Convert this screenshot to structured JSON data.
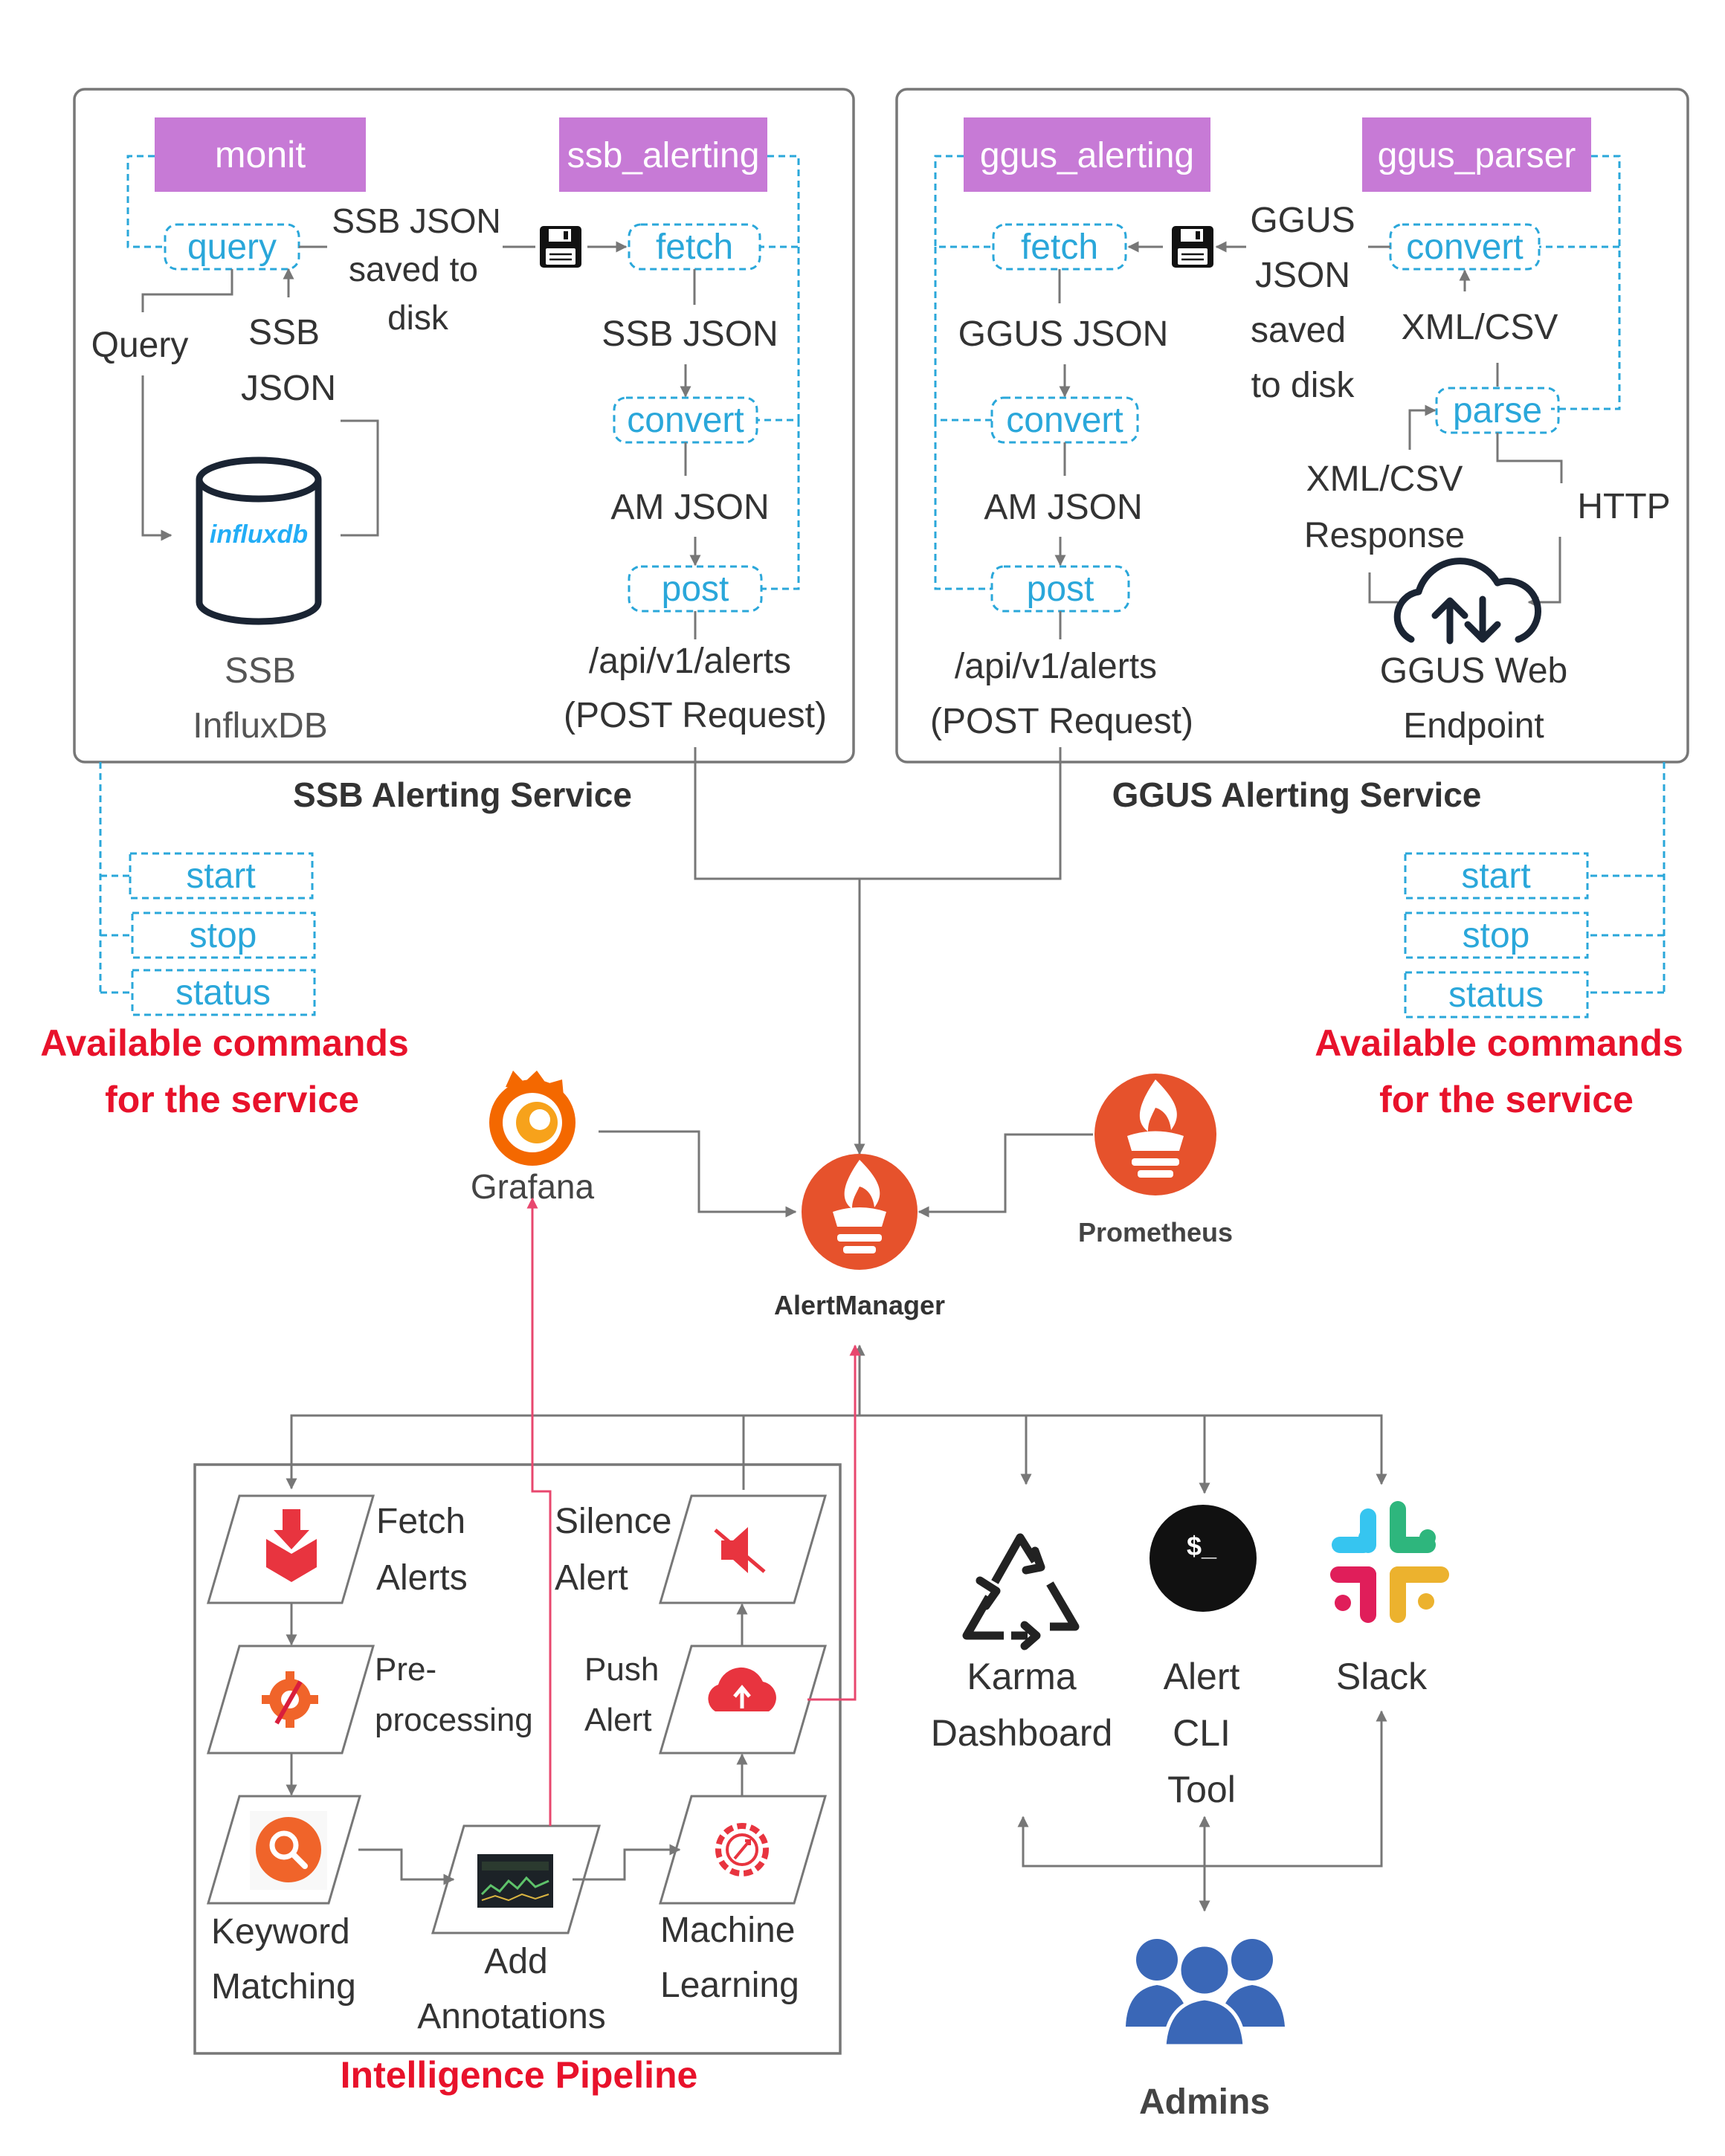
{
  "ssb_service": {
    "title": "SSB Alerting Service",
    "monit": "monit",
    "ssb_alerting": "ssb_alerting",
    "query": "query",
    "fetch": "fetch",
    "convert": "convert",
    "post": "post",
    "ssb_json_saved": [
      "SSB JSON",
      "saved to",
      "disk"
    ],
    "query_label": "Query",
    "ssb_json_left": [
      "SSB",
      "JSON"
    ],
    "ssb_json_right": "SSB JSON",
    "am_json": "AM JSON",
    "api_alerts": [
      "/api/v1/alerts",
      "(POST Request)"
    ],
    "influxdb_logo": "influxdb",
    "influxdb_label": [
      "SSB",
      "InfluxDB"
    ]
  },
  "ggus_service": {
    "title": "GGUS Alerting Service",
    "ggus_alerting": "ggus_alerting",
    "ggus_parser": "ggus_parser",
    "fetch": "fetch",
    "convert_left": "convert",
    "post": "post",
    "convert_right": "convert",
    "parse": "parse",
    "ggus_json_saved": [
      "GGUS",
      "JSON",
      "saved",
      "to disk"
    ],
    "ggus_json": "GGUS JSON",
    "am_json": "AM JSON",
    "api_alerts": [
      "/api/v1/alerts",
      "(POST Request)"
    ],
    "xml_csv": "XML/CSV",
    "xml_csv_response": [
      "XML/CSV",
      "Response"
    ],
    "http": "HTTP",
    "web_endpoint": [
      "GGUS Web",
      "Endpoint"
    ]
  },
  "commands_left": {
    "items": [
      "start",
      "stop",
      "status"
    ],
    "caption": [
      "Available commands",
      "for the service"
    ]
  },
  "commands_right": {
    "items": [
      "start",
      "stop",
      "status"
    ],
    "caption": [
      "Available commands",
      "for the service"
    ]
  },
  "center": {
    "grafana": "Grafana",
    "alertmanager": "AlertManager",
    "prometheus": "Prometheus"
  },
  "pipeline": {
    "title": "Intelligence Pipeline",
    "fetch_alerts": [
      "Fetch",
      "Alerts"
    ],
    "preprocessing": [
      "Pre-",
      "processing"
    ],
    "keyword_matching": [
      "Keyword",
      "Matching"
    ],
    "add_annotations": [
      "Add",
      "Annotations"
    ],
    "machine_learning": [
      "Machine",
      "Learning"
    ],
    "push_alert": [
      "Push",
      "Alert"
    ],
    "silence_alert": [
      "Silence",
      "Alert"
    ]
  },
  "consumers": {
    "karma": [
      "Karma",
      "Dashboard"
    ],
    "cli": [
      "Alert",
      "CLI",
      "Tool"
    ],
    "cli_prompt": "$_",
    "slack": "Slack",
    "admins": "Admins"
  },
  "colors": {
    "purple_box": "#c77ad6",
    "dashed_blue": "#2aa7da",
    "red_caption": "#e8122b",
    "prometheus_orange": "#e6522c",
    "pink_arrow": "#e8476e",
    "admins_blue": "#3a67b7"
  }
}
